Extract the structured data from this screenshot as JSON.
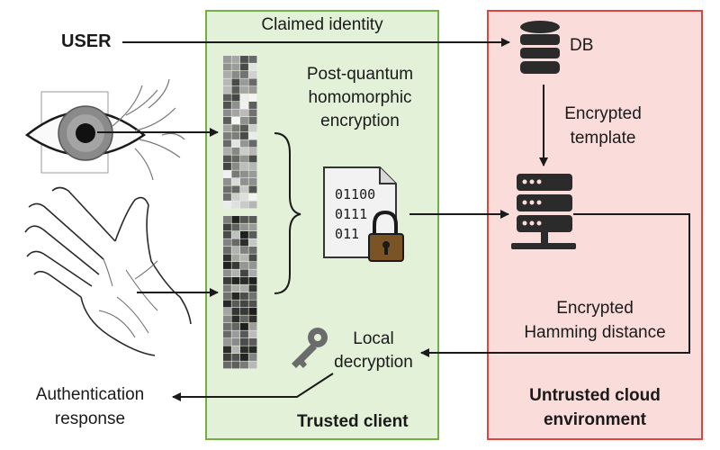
{
  "user_label": "USER",
  "trusted_panel": {
    "claimed_identity": "Claimed identity",
    "encryption_line1": "Post-quantum",
    "encryption_line2": "homomorphic",
    "encryption_line3": "encryption",
    "binary_line1": "01100",
    "binary_line2": "0111",
    "binary_line3": "011",
    "decryption_line1": "Local",
    "decryption_line2": "decryption",
    "title": "Trusted client"
  },
  "cloud_panel": {
    "db_label": "DB",
    "template_line1": "Encrypted",
    "template_line2": "template",
    "hamming_line1": "Encrypted",
    "hamming_line2": "Hamming distance",
    "title_line1": "Untrusted cloud",
    "title_line2": "environment"
  },
  "auth_line1": "Authentication",
  "auth_line2": "response",
  "colors": {
    "trusted_fill": "#e3f1d8",
    "trusted_border": "#72b046",
    "cloud_fill": "#fadcda",
    "cloud_border": "#de4440",
    "icon_dark": "#2b2b2b",
    "lock_body": "#7a5424",
    "key": "#6b6b6b"
  },
  "icons": [
    "eye-icon",
    "hand-icon",
    "iris-code-icon",
    "encrypted-file-icon",
    "padlock-icon",
    "key-icon",
    "database-icon",
    "server-icon"
  ]
}
